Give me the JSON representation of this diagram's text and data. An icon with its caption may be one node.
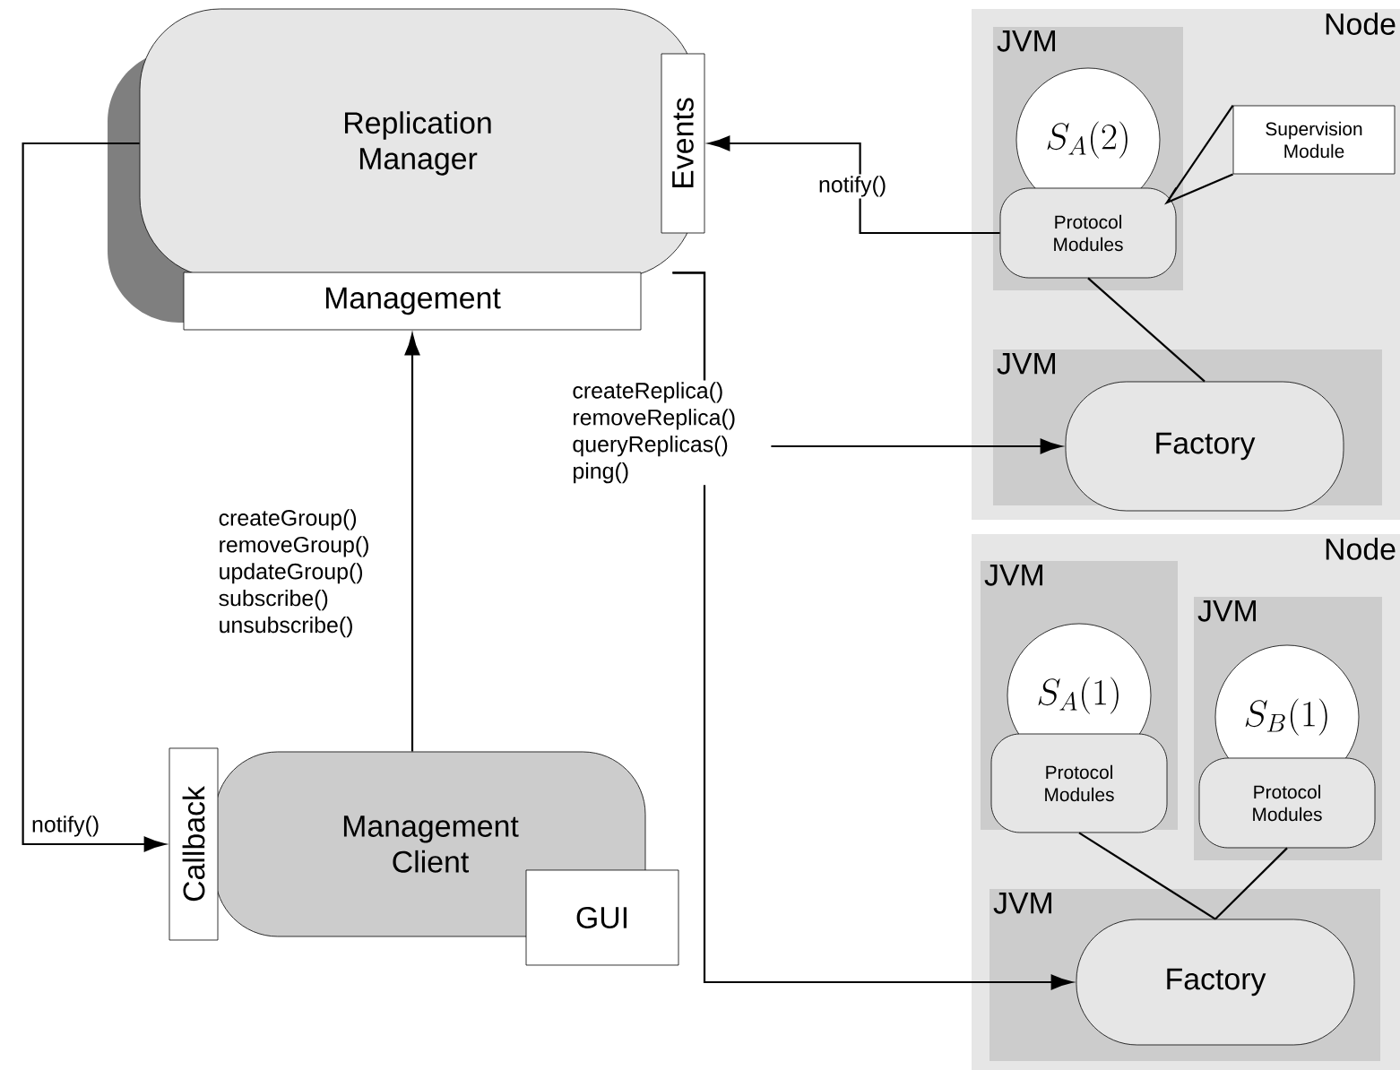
{
  "diagram": {
    "nodes": [
      {
        "text": [
          "Replication Manager"
        ]
      },
      {
        "text": [
          "Events"
        ]
      },
      {
        "text": [
          "Management"
        ]
      },
      {
        "text": [
          "Management Client"
        ]
      },
      {
        "text": [
          "Callback"
        ]
      },
      {
        "text": [
          "GUI"
        ]
      },
      {
        "text": [
          "Node"
        ]
      },
      {
        "text": [
          "JVM"
        ],
        "in": 6
      },
      {
        "text": [
          "S_{A}(2)"
        ],
        "in": 7
      },
      {
        "text": [
          "Protocol Modules"
        ],
        "in": 7
      },
      {
        "text": [
          "Supervision Module"
        ],
        "in": 6
      },
      {
        "text": [
          "JVM"
        ],
        "in": 6
      },
      {
        "text": [
          "Factory"
        ],
        "in": 11
      },
      {
        "text": [
          "Node"
        ]
      },
      {
        "text": [
          "JVM"
        ],
        "in": 13
      },
      {
        "text": [
          "S_{A}(1)"
        ],
        "in": 14
      },
      {
        "text": [
          "Protocol Modules"
        ],
        "in": 14
      },
      {
        "text": [
          "JVM"
        ],
        "in": 13
      },
      {
        "text": [
          "S_{B}(1)"
        ],
        "in": 17
      },
      {
        "text": [
          "Protocol Modules"
        ],
        "in": 17
      },
      {
        "text": [
          "JVM"
        ],
        "in": 13
      },
      {
        "text": [
          "Factory"
        ],
        "in": 20
      }
    ],
    "edges": [
      {
        "from": 0,
        "to": 4,
        "arrow": "to",
        "label": "notify()"
      },
      {
        "from": 3,
        "to": 2,
        "arrow": "to",
        "label": "createGroup() removeGroup() updateGroup() subscribe() unsubscribe()"
      },
      {
        "from": 9,
        "to": 1,
        "arrow": "to",
        "label": "notify()"
      },
      {
        "from": 0,
        "to": 12,
        "arrow": "to",
        "label": "createReplica() removeReplica() queryReplicas() ping()"
      },
      {
        "from": 0,
        "to": 21,
        "arrow": "to"
      },
      {
        "from": 10,
        "to": 9,
        "arrow": "none"
      },
      {
        "from": 9,
        "to": 12,
        "arrow": "none"
      },
      {
        "from": 16,
        "to": 21,
        "arrow": "none"
      },
      {
        "from": 19,
        "to": 21,
        "arrow": "none"
      }
    ]
  }
}
